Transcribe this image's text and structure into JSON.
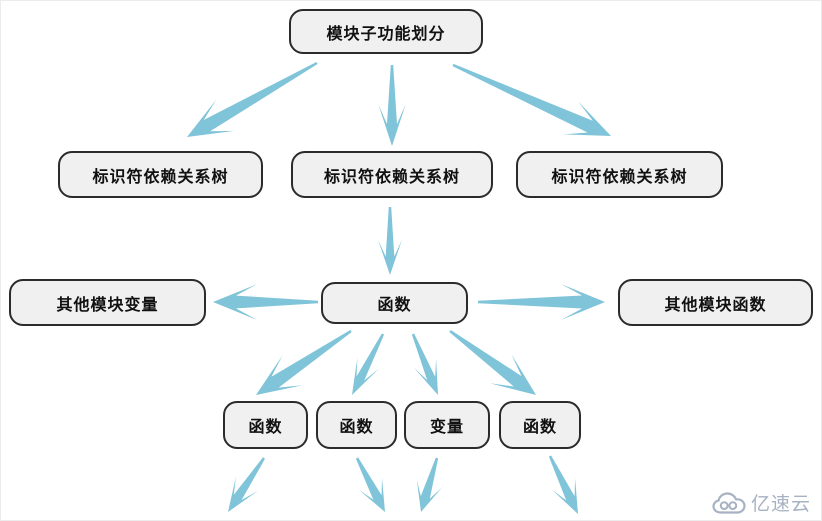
{
  "diagram": {
    "nodes": [
      {
        "id": "root",
        "label": "模块子功能划分"
      },
      {
        "id": "dep-left",
        "label": "标识符依赖关系树"
      },
      {
        "id": "dep-mid",
        "label": "标识符依赖关系树"
      },
      {
        "id": "dep-right",
        "label": "标识符依赖关系树"
      },
      {
        "id": "other-vars",
        "label": "其他模块变量"
      },
      {
        "id": "func",
        "label": "函数"
      },
      {
        "id": "other-funcs",
        "label": "其他模块函数"
      },
      {
        "id": "sub-func-1",
        "label": "函数"
      },
      {
        "id": "sub-func-2",
        "label": "函数"
      },
      {
        "id": "sub-var",
        "label": "变量"
      },
      {
        "id": "sub-func-3",
        "label": "函数"
      }
    ],
    "edges": [
      {
        "from": "root",
        "to": "dep-left"
      },
      {
        "from": "root",
        "to": "dep-mid"
      },
      {
        "from": "root",
        "to": "dep-right"
      },
      {
        "from": "dep-mid",
        "to": "func"
      },
      {
        "from": "func",
        "to": "other-vars"
      },
      {
        "from": "func",
        "to": "other-funcs"
      },
      {
        "from": "func",
        "to": "sub-func-1"
      },
      {
        "from": "func",
        "to": "sub-func-2"
      },
      {
        "from": "func",
        "to": "sub-var"
      },
      {
        "from": "func",
        "to": "sub-func-3"
      },
      {
        "from": "sub-func-1",
        "to": "offscreen-below"
      },
      {
        "from": "sub-func-2",
        "to": "offscreen-below"
      },
      {
        "from": "sub-var",
        "to": "offscreen-below"
      },
      {
        "from": "sub-func-3",
        "to": "offscreen-below"
      }
    ]
  },
  "watermark": {
    "brand": "亿速云",
    "icon": "cloud-logo-icon"
  },
  "colors": {
    "arrow": "#7fc4d8",
    "node_fill": "#f0f0f0",
    "node_border": "#2b2b2b",
    "watermark_text": "#a7b2c3"
  }
}
